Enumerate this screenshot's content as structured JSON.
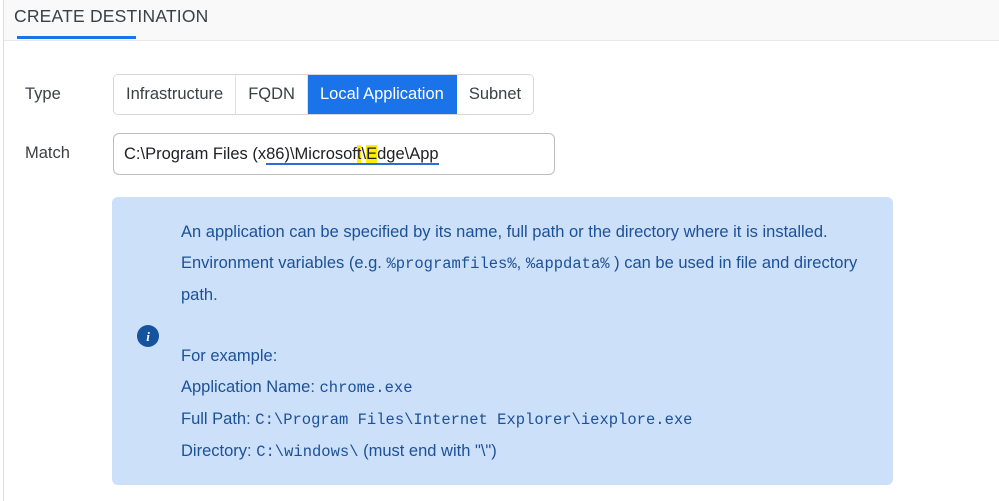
{
  "header": {
    "title": "CREATE DESTINATION",
    "accent_color": "#1a73e8"
  },
  "form": {
    "type_label": "Type",
    "match_label": "Match"
  },
  "type_tabs": {
    "options": [
      "Infrastructure",
      "FQDN",
      "Local Application",
      "Subnet"
    ],
    "selected": "Local Application",
    "items": [
      {
        "label": "Infrastructure",
        "active": false
      },
      {
        "label": "FQDN",
        "active": false
      },
      {
        "label": "Local Application",
        "active": true
      },
      {
        "label": "Subnet",
        "active": false
      }
    ]
  },
  "match_field": {
    "value": "C:\\Program Files (x86)\\Microsoft\\Edge\\App",
    "placeholder": "",
    "segments": [
      {
        "text": "C:\\Program Files (x",
        "highlight": false,
        "spell": false
      },
      {
        "text": "86)\\Microsof",
        "highlight": false,
        "spell": true
      },
      {
        "text": "t",
        "highlight": true,
        "spell": true
      },
      {
        "text": "\\",
        "highlight": false,
        "spell": true
      },
      {
        "text": "E",
        "highlight": true,
        "spell": true
      },
      {
        "text": "dge\\App",
        "highlight": false,
        "spell": true
      }
    ]
  },
  "info": {
    "icon": "info-icon",
    "icon_glyph": "i",
    "background_color": "#cce0f9",
    "text_color": "#1c5098",
    "paragraph": {
      "part1": "An application can be specified by its name, full path or the directory where it is installed. Environment variables (e.g. ",
      "var1": "%programfiles%",
      "part2": ", ",
      "var2": "%appdata%",
      "part3": " ) can be used in file and directory path."
    },
    "example_heading": "For example:",
    "examples": [
      {
        "label": "Application Name: ",
        "value": "chrome.exe"
      },
      {
        "label": "Full Path: ",
        "value": "C:\\Program Files\\Internet Explorer\\iexplore.exe"
      },
      {
        "label": "Directory: ",
        "value": "C:\\windows\\",
        "suffix": " (must end with \"\\\")"
      }
    ]
  }
}
